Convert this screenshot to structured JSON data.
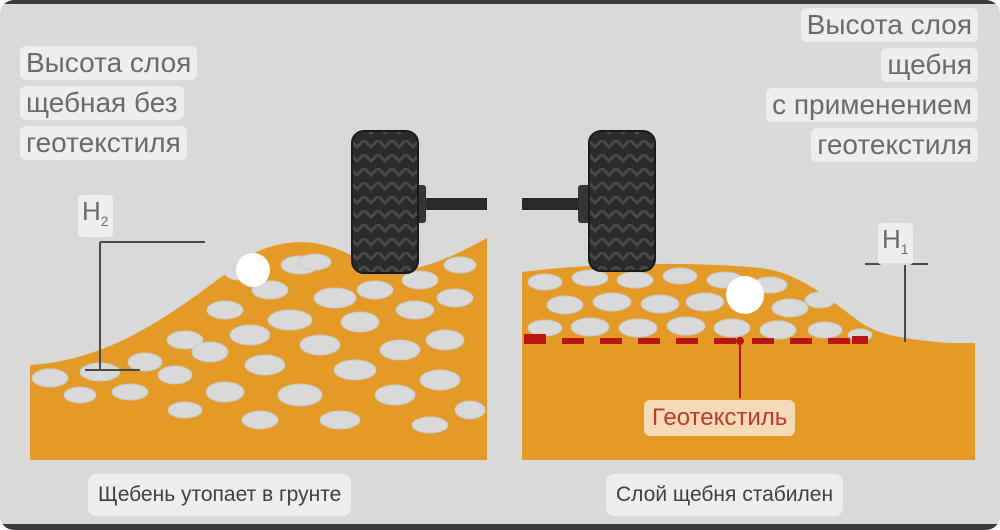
{
  "left_panel": {
    "title_lines": [
      "Высота слоя",
      "щебная без",
      "геотекстиля"
    ],
    "height_marker": {
      "letter": "H",
      "index": "2"
    },
    "caption": "Щебень утопает в грунте"
  },
  "right_panel": {
    "title_lines": [
      "Высота слоя",
      "щебня",
      "с применением",
      "геотекстиля"
    ],
    "height_marker": {
      "letter": "H",
      "index": "1"
    },
    "geotextile_label": "Геотекстиль",
    "caption": "Слой щебня стабилен"
  },
  "colors": {
    "soil": "#e39a26",
    "soil_dark": "#d68a1a",
    "stone": "#d6d6d6",
    "geotextile": "#b81515",
    "tire": "#2a2a2a"
  }
}
